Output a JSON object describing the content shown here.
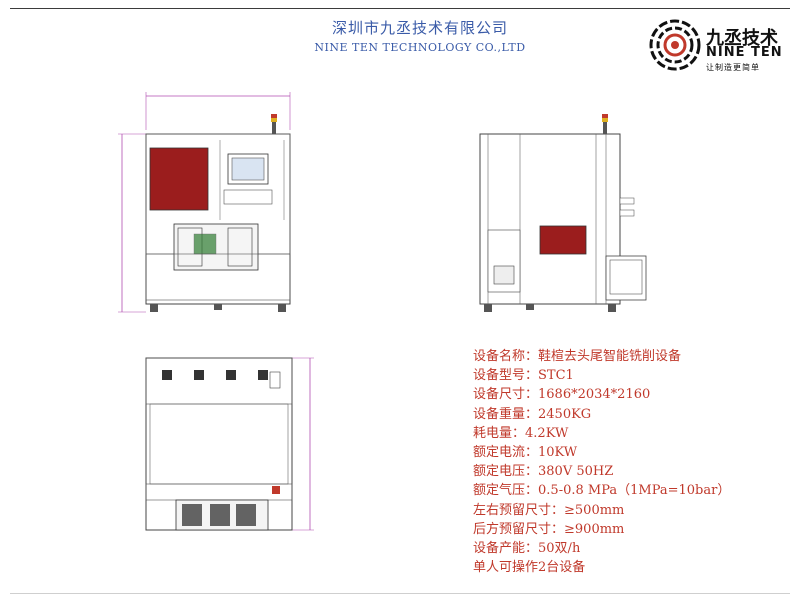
{
  "header": {
    "company_cn": "深圳市九丞技术有限公司",
    "company_en": "NINE TEN TECHNOLOGY CO.,LTD"
  },
  "logo": {
    "cn": "九丞技术",
    "en": "NINE TEN",
    "tagline": "让制造更简单",
    "icon": "spiral-logo-icon"
  },
  "drawings": {
    "front": "front-view",
    "side": "side-view",
    "top": "top-view"
  },
  "specs": [
    {
      "label": "设备名称：",
      "value": "鞋楦去头尾智能铣削设备"
    },
    {
      "label": "设备型号：",
      "value": "STC1"
    },
    {
      "label": "设备尺寸：",
      "value": "1686*2034*2160"
    },
    {
      "label": "设备重量：",
      "value": "2450KG"
    },
    {
      "label": "耗电量：",
      "value": "4.2KW"
    },
    {
      "label": "额定电流：",
      "value": "10KW"
    },
    {
      "label": "额定电压：",
      "value": "380V 50HZ"
    },
    {
      "label": "额定气压：",
      "value": "0.5-0.8 MPa（1MPa=10bar）"
    },
    {
      "label": "左右预留尺寸：",
      "value": "≥500mm"
    },
    {
      "label": "后方预留尺寸：",
      "value": "≥900mm"
    },
    {
      "label": "设备产能：",
      "value": "50双/h"
    },
    {
      "label": "单人可操作2台设备",
      "value": ""
    }
  ],
  "colors": {
    "accent_red": "#c0392b",
    "title_blue": "#3a5ba8",
    "panel_red": "#9b1d1d",
    "dimension_magenta": "#b04db0"
  }
}
